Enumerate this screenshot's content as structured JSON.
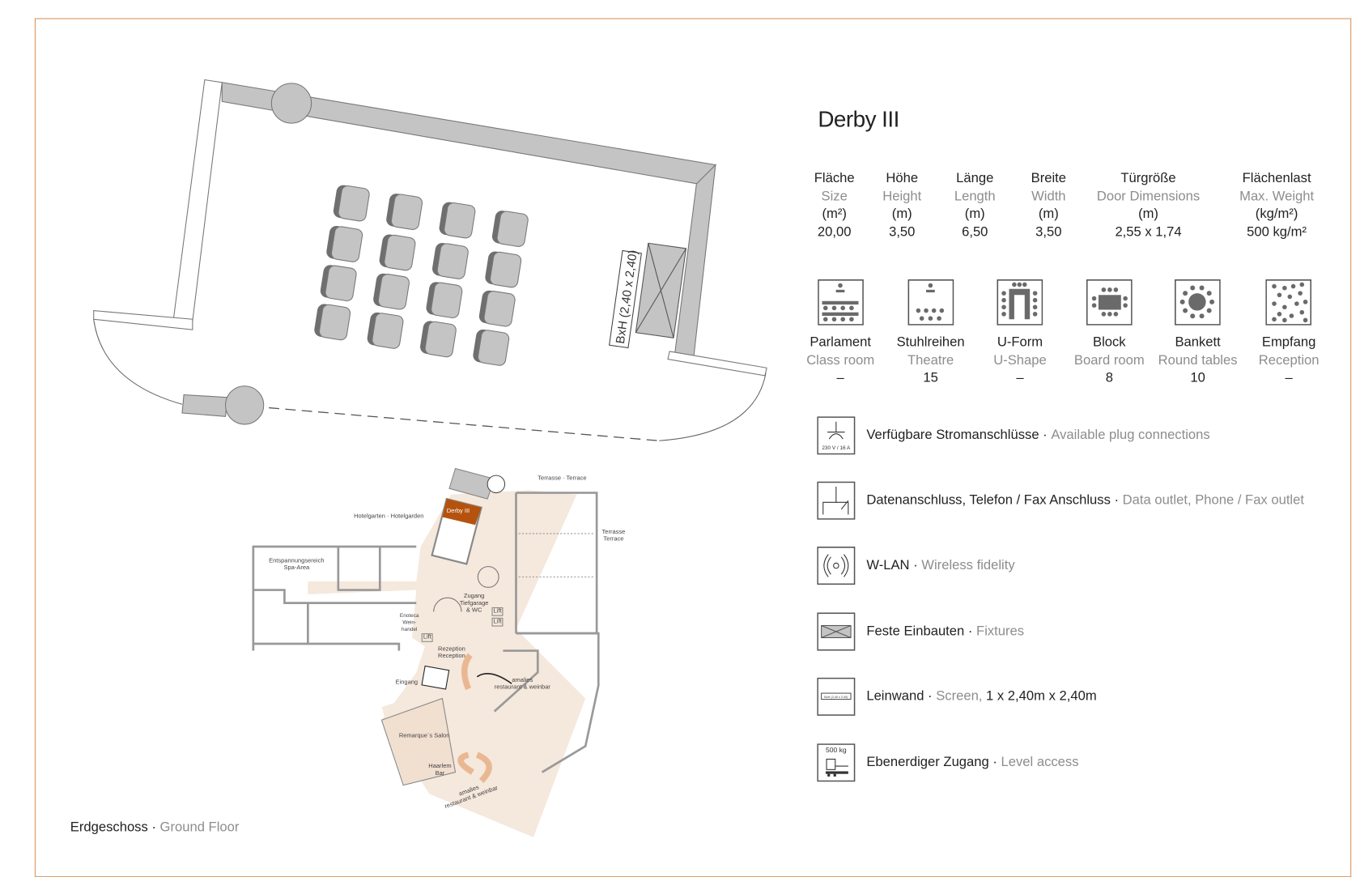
{
  "room": {
    "title": "Derby III"
  },
  "specs": [
    {
      "de": "Fläche",
      "en": "Size",
      "unit": "(m²)",
      "value": "20,00"
    },
    {
      "de": "Höhe",
      "en": "Height",
      "unit": "(m)",
      "value": "3,50"
    },
    {
      "de": "Länge",
      "en": "Length",
      "unit": "(m)",
      "value": "6,50"
    },
    {
      "de": "Breite",
      "en": "Width",
      "unit": "(m)",
      "value": "3,50"
    },
    {
      "de": "Türgröße",
      "en": "Door Dimensions",
      "unit": "(m)",
      "value": "2,55 x 1,74"
    },
    {
      "de": "Flächenlast",
      "en": "Max. Weight",
      "unit": "(kg/m²)",
      "value": "500 kg/m²"
    }
  ],
  "layouts": [
    {
      "icon": "class-room-icon",
      "de": "Parlament",
      "en": "Class room",
      "capacity": "–"
    },
    {
      "icon": "theatre-icon",
      "de": "Stuhlreihen",
      "en": "Theatre",
      "capacity": "15"
    },
    {
      "icon": "u-shape-icon",
      "de": "U-Form",
      "en": "U-Shape",
      "capacity": "–"
    },
    {
      "icon": "board-room-icon",
      "de": "Block",
      "en": "Board room",
      "capacity": "8"
    },
    {
      "icon": "round-tables-icon",
      "de": "Bankett",
      "en": "Round tables",
      "capacity": "10"
    },
    {
      "icon": "reception-icon",
      "de": "Empfang",
      "en": "Reception",
      "capacity": "–"
    }
  ],
  "features": [
    {
      "icon": "power-outlet-icon",
      "icon_text": "230 V / 16 A",
      "de": "Verfügbare Stromanschlüsse",
      "sep": " · ",
      "en": "Available plug connections",
      "extra": ""
    },
    {
      "icon": "data-outlet-icon",
      "de": "Datenanschluss, Telefon / Fax Anschluss",
      "sep": " · ",
      "en": "Data outlet, Phone / Fax outlet",
      "extra": ""
    },
    {
      "icon": "wlan-icon",
      "de": "W-LAN",
      "sep": " · ",
      "en": "Wireless fidelity",
      "extra": ""
    },
    {
      "icon": "fixtures-icon",
      "de": "Feste Einbauten",
      "sep": " · ",
      "en": "Fixtures",
      "extra": ""
    },
    {
      "icon": "screen-icon",
      "icon_text": "BxH (2,40 x 2,40)",
      "de": "Leinwand",
      "sep": " · ",
      "en": "Screen,",
      "extra": " 1 x 2,40m x 2,40m"
    },
    {
      "icon": "level-access-icon",
      "icon_text": "500 kg",
      "de": "Ebenerdiger Zugang",
      "sep": " · ",
      "en": "Level access",
      "extra": ""
    }
  ],
  "room_plan": {
    "screen_label": "BxH (2,40 x 2,40)"
  },
  "floor": {
    "de": "Erdgeschoss",
    "sep": " · ",
    "en": "Ground Floor"
  },
  "floorplan_labels": {
    "terrace_top": "Terrasse · Terrace",
    "terrace_right": "Terrasse\nTerrace",
    "hotelgarden": "Hotelgarten · Hotelgarden",
    "derby": "Derby III",
    "spa": "Entspannungsereich\nSpa-Area",
    "garage": "Zugang\nTiefgarage\n& WC",
    "lift": "Lift",
    "enoteca": "Enoteca\nWein-\nhandel",
    "reception": "Rezeption\nReception",
    "entrance": "Eingang",
    "amalies1": "amalies\nrestaurant & weinbar",
    "salon": "Remarque´s Salon",
    "haarlem": "Haarlem\nBar",
    "amalies2": "amalies\nrestaurant & weinbar"
  },
  "colors": {
    "frame": "#d9935a",
    "highlight": "#b5530e",
    "corridor": "#f5e8dc",
    "wall": "#c2c2c2"
  }
}
